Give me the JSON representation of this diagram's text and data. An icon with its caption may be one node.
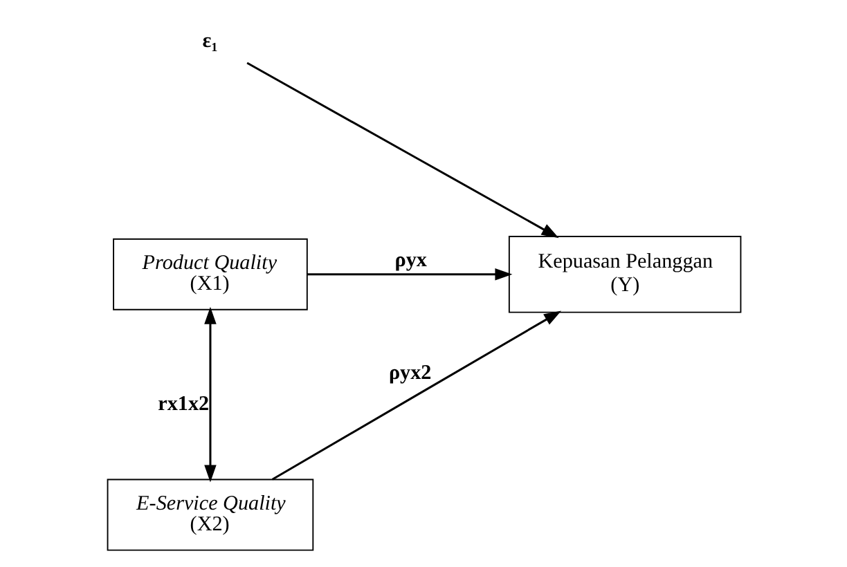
{
  "diagram": {
    "nodes": [
      {
        "text": [
          "Product Quality",
          "(X1)"
        ]
      },
      {
        "text": [
          "E-Service Quality",
          "(X2)"
        ]
      },
      {
        "text": [
          "Kepuasan Pelanggan",
          "(Y)"
        ]
      },
      {
        "text": [
          "ε₁"
        ]
      }
    ],
    "edges": [
      {
        "from": 0,
        "to": 2,
        "arrow": "to",
        "label": "ρyx"
      },
      {
        "from": 1,
        "to": 2,
        "arrow": "to",
        "label": "ρyx2"
      },
      {
        "from": 0,
        "to": 1,
        "arrow": "both",
        "label": "rx1x2"
      },
      {
        "from": 3,
        "to": 2,
        "arrow": "to"
      }
    ]
  }
}
